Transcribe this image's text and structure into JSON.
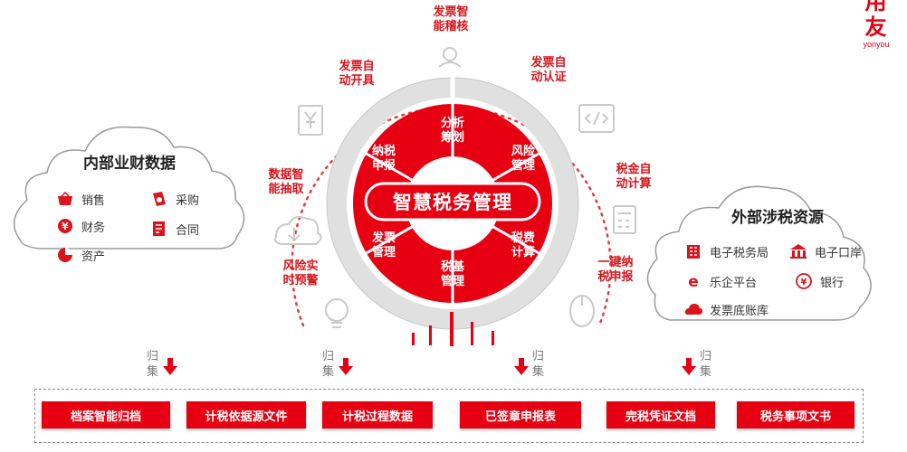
{
  "logo": {
    "mark": "用友",
    "sub": "yonyou"
  },
  "core": {
    "title": "智慧税务管理",
    "segments": [
      "分析\n筹划",
      "风险\n管理",
      "税费\n计算",
      "税基\n管理",
      "发票\n管理",
      "纳税\n申报"
    ]
  },
  "ring_labels": [
    {
      "id": "invoice-audit",
      "text": "发票智\n能稽核"
    },
    {
      "id": "invoice-auth",
      "text": "发票自\n动认证"
    },
    {
      "id": "tax-calc",
      "text": "税金自\n动计算"
    },
    {
      "id": "one-click",
      "text": "一键纳\n税申报"
    },
    {
      "id": "risk-warn",
      "text": "风险实\n时预警"
    },
    {
      "id": "data-extract",
      "text": "数据智\n能抽取"
    },
    {
      "id": "invoice-issue",
      "text": "发票自\n动开具"
    }
  ],
  "internal": {
    "title": "内部业财数据",
    "items": [
      {
        "label": "销售",
        "icon": "basket-icon"
      },
      {
        "label": "采购",
        "icon": "purchase-icon"
      },
      {
        "label": "财务",
        "icon": "yen-icon"
      },
      {
        "label": "合同",
        "icon": "contract-icon"
      },
      {
        "label": "资产",
        "icon": "pie-icon"
      }
    ]
  },
  "external": {
    "title": "外部涉税资源",
    "items": [
      {
        "label": "电子税务局",
        "icon": "building-icon"
      },
      {
        "label": "电子口岸",
        "icon": "port-icon"
      },
      {
        "label": "乐企平台",
        "icon": "ie-icon"
      },
      {
        "label": "银行",
        "icon": "yen-circle-icon"
      },
      {
        "label": "发票底账库",
        "icon": "cloud-icon"
      }
    ]
  },
  "collect_label": "归\n集",
  "documents": [
    "档案智能归档",
    "计税依据源文件",
    "计税过程数据",
    "已签章申报表",
    "完税凭证文档",
    "税务事项文书"
  ],
  "colors": {
    "accent": "#e60012",
    "ring_gray": "#dcdcdc",
    "dotted": "#e83a3a"
  }
}
